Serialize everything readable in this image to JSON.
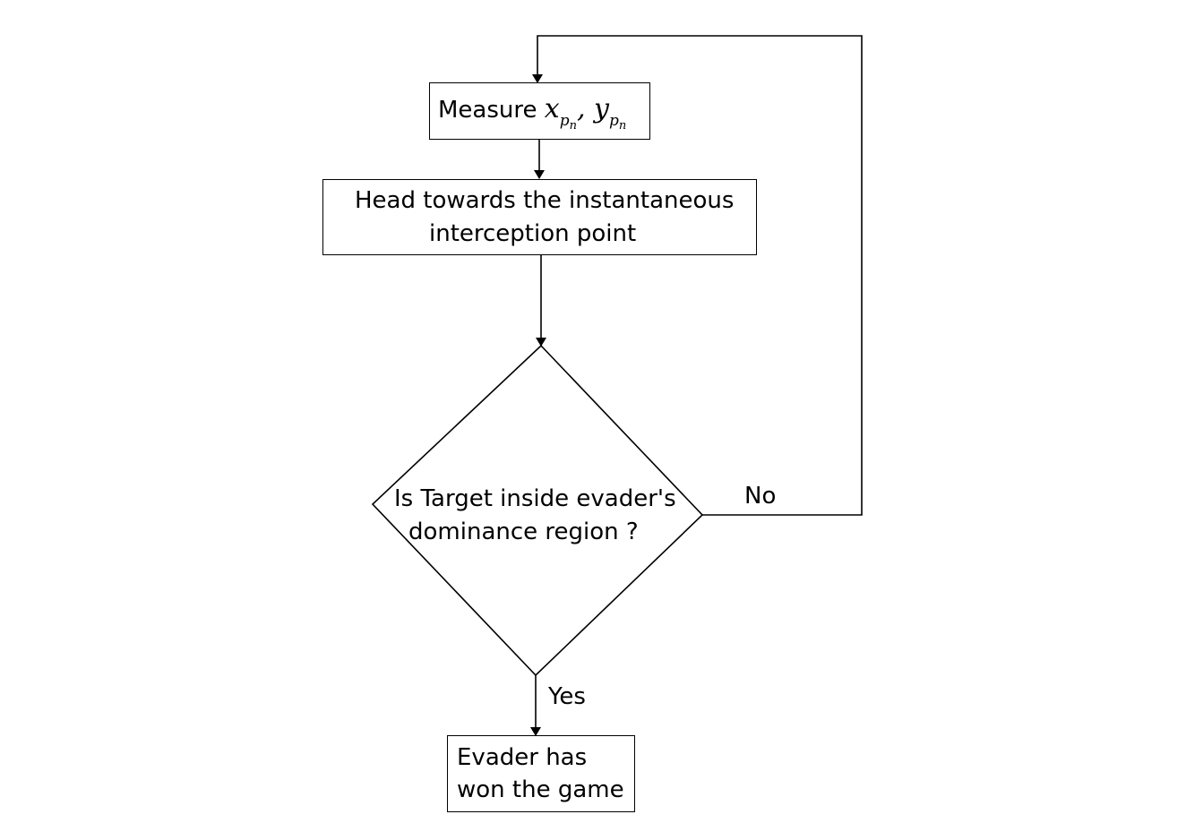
{
  "nodes": {
    "measure": {
      "prefix": "Measure",
      "var_x": "x",
      "var_y": "y",
      "sep": ",",
      "sub_base": "p",
      "sub_index": "n"
    },
    "head": {
      "line1": "Head towards the instantaneous",
      "line2": "interception point"
    },
    "decision": {
      "line1": "Is Target inside evader's",
      "line2": "dominance region ?"
    },
    "result": {
      "line1": "Evader has",
      "line2": "won the game"
    }
  },
  "edges": {
    "no_label": "No",
    "yes_label": "Yes"
  }
}
